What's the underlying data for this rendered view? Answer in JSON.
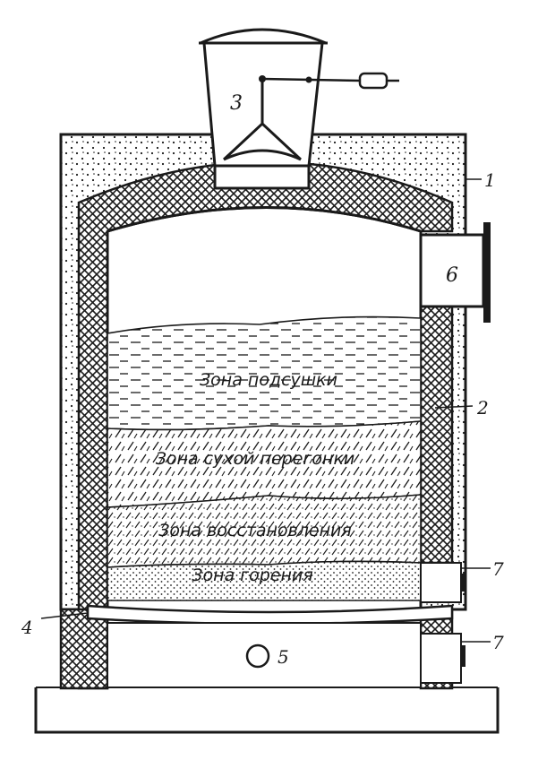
{
  "diagram": {
    "zones": [
      {
        "id": "drying",
        "label": "Зона подсушки"
      },
      {
        "id": "dry-distillation",
        "label": "Зона сухой перегонки"
      },
      {
        "id": "reduction",
        "label": "Зона восстановления"
      },
      {
        "id": "combustion",
        "label": "Зона горения"
      }
    ],
    "callouts": {
      "c1": "1",
      "c2": "2",
      "c3": "3",
      "c4": "4",
      "c5": "5",
      "c6": "6",
      "c7a": "7",
      "c7b": "7"
    },
    "colors": {
      "ink": "#1a1a1a",
      "paper": "#ffffff"
    }
  }
}
